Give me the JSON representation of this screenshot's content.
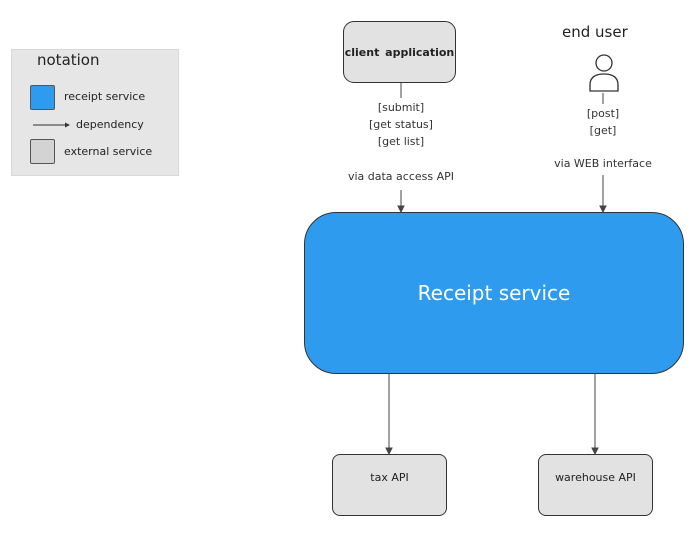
{
  "legend": {
    "title": "notation",
    "items": [
      {
        "label": "receipt service"
      },
      {
        "label": "dependency"
      },
      {
        "label": "external service"
      }
    ]
  },
  "nodes": {
    "client_application": "client  application",
    "end_user": "end user",
    "receipt_service": "Receipt service",
    "tax_api": "tax API",
    "warehouse_api": "warehouse API"
  },
  "edges": {
    "client_actions": [
      "[submit]",
      "[get status]",
      "[get list]"
    ],
    "client_via": "via data access API",
    "user_actions": [
      "[post]",
      "[get]"
    ],
    "user_via": "via WEB interface"
  },
  "colors": {
    "receipt_service": "#2f9bef",
    "external_service": "#d3d3d3",
    "legend_bg": "#e6e6e6"
  }
}
